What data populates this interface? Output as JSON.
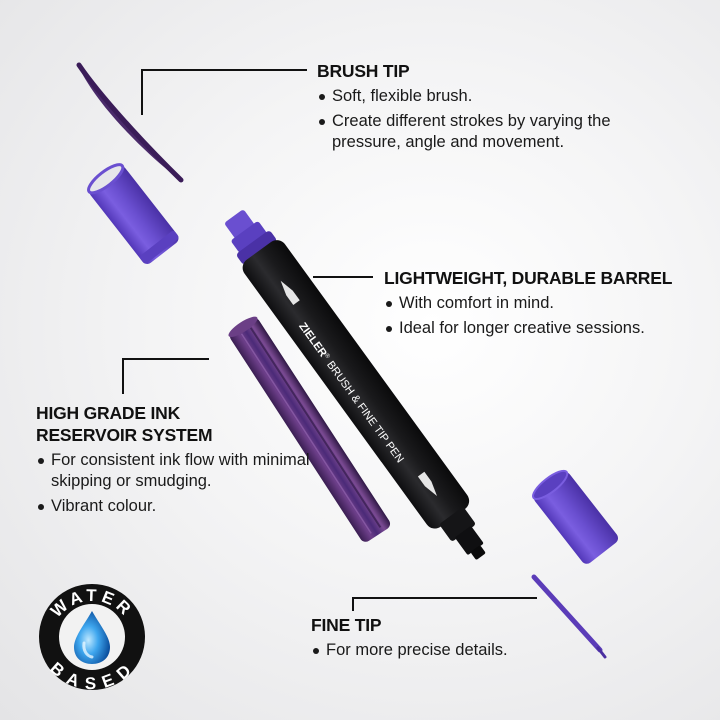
{
  "product": {
    "brand": "ZIELER",
    "barrel_text": "BRUSH & FINE TIP PEN",
    "colors": {
      "ink_purple": "#4a2a6a",
      "cap_purple": "#6a4fd0",
      "barrel_black": "#1b1b1d",
      "reservoir_purple": "#5a3270",
      "water_drop_blue": "#1e8fe0"
    }
  },
  "features": [
    {
      "id": "brush-tip",
      "title": "BRUSH TIP",
      "bullets": [
        "Soft, flexible brush.",
        "Create different strokes by varying the pressure, angle and movement."
      ]
    },
    {
      "id": "barrel",
      "title": "LIGHTWEIGHT, DURABLE BARREL",
      "bullets": [
        "With comfort in mind.",
        "Ideal for longer creative sessions."
      ]
    },
    {
      "id": "reservoir",
      "title_line1": "HIGH GRADE INK",
      "title_line2": "RESERVOIR SYSTEM",
      "bullets": [
        "For consistent ink flow with minimal skipping or smudging.",
        "Vibrant colour."
      ]
    },
    {
      "id": "fine-tip",
      "title": "FINE TIP",
      "bullets": [
        "For more precise details."
      ]
    }
  ],
  "badge": {
    "top_text": "WATER",
    "bottom_text": "BASED"
  }
}
